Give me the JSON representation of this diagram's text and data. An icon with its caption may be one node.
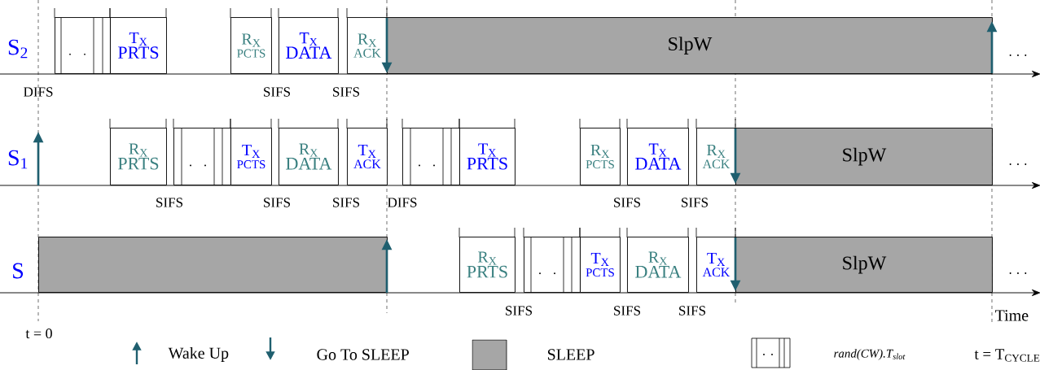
{
  "diagram": {
    "nodes": [
      {
        "text": [],
        "shape": "box"
      },
      {
        "text": [
          "T$_{X}$",
          "PRTS"
        ]
      },
      {
        "text": [
          "R$_{X}$",
          "PCTS"
        ]
      },
      {
        "text": [
          "T$_{X}$",
          "DATA"
        ]
      },
      {
        "text": [
          "R$_{X}$",
          "ACK"
        ]
      },
      {
        "text": [
          "SlpW"
        ]
      },
      {
        "text": [
          "R$_{X}$",
          "PRTS"
        ]
      },
      {
        "text": [],
        "shape": "box"
      },
      {
        "text": [
          "T$_{X}$",
          "PCTS"
        ]
      },
      {
        "text": [
          "R$_{X}$",
          "DATA"
        ]
      },
      {
        "text": [
          "T$_{X}$",
          "ACK"
        ]
      },
      {
        "text": [],
        "shape": "box"
      },
      {
        "text": [
          "T$_{X}$",
          "PRTS"
        ]
      },
      {
        "text": [
          "R$_{X}$",
          "PCTS"
        ]
      },
      {
        "text": [
          "T$_{X}$",
          "DATA"
        ]
      },
      {
        "text": [
          "R$_{X}$",
          "ACK"
        ]
      },
      {
        "text": [
          "SlpW"
        ]
      },
      {
        "text": [],
        "shape": "bar"
      },
      {
        "text": [
          "R$_{X}$",
          "PRTS"
        ]
      },
      {
        "text": [],
        "shape": "box"
      },
      {
        "text": [
          "T$_{X}$",
          "PCTS"
        ]
      },
      {
        "text": [
          "R$_{X}$",
          "DATA"
        ]
      },
      {
        "text": [
          "T$_{X}$",
          "ACK"
        ]
      },
      {
        "text": [
          "SlpW"
        ]
      }
    ],
    "labels": [
      "S$_{2}$",
      ". . .",
      "DIFS",
      "SIFS",
      "SIFS",
      "S$_{1}$",
      ". . .",
      "SIFS",
      "SIFS",
      "SIFS",
      "DIFS",
      "SIFS",
      "SIFS",
      "S",
      ". . .",
      "SIFS",
      "SIFS",
      "SIFS",
      "Time",
      "t = 0",
      "t = T$_{CYCLE}$"
    ],
    "legend": [
      {
        "text": "Wake Up"
      },
      {
        "text": "Go To SLEEP"
      },
      {
        "text": "SLEEP",
        "color": "#a6a6a6"
      },
      {
        "text": "rand(CW).T$_{slot}$"
      }
    ]
  }
}
